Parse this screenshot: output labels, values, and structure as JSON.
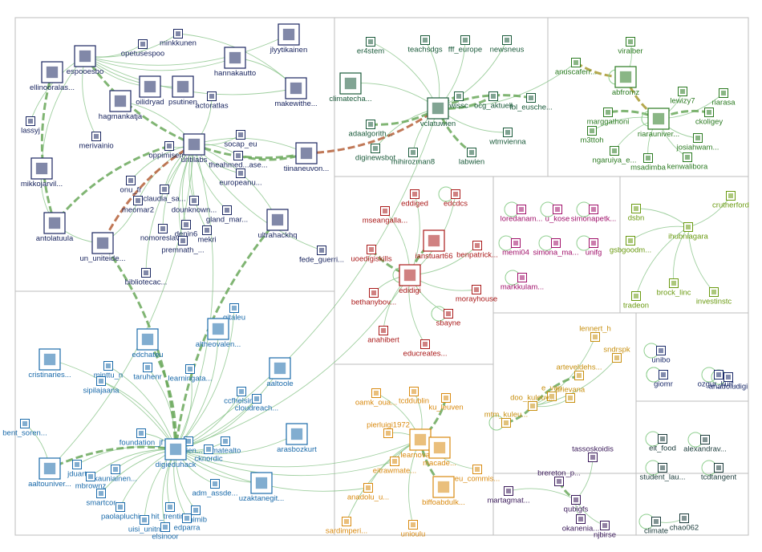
{
  "groups": [
    {
      "id": "g1",
      "color": "#1a2660",
      "nodes": [
        [
          "minkkunen",
          "minkkunen"
        ],
        [
          "opetusespoo",
          "opetusespoo"
        ],
        [
          "espooesbo",
          "espooesbo"
        ],
        [
          "ellinooralas",
          "ellinooralas..."
        ],
        [
          "hannakautto",
          "hannakautto"
        ],
        [
          "jlyytikainen",
          "jlyytikainen"
        ],
        [
          "oilidryad",
          "oilidryad"
        ],
        [
          "psutinen",
          "psutinen"
        ],
        [
          "hagmankatja",
          "hagmankatja"
        ],
        [
          "actoratlas",
          "actoratlas"
        ],
        [
          "makewithe",
          "makewithe..."
        ],
        [
          "lassyj",
          "lassyj"
        ],
        [
          "merivainio",
          "merivainio"
        ],
        [
          "oppimisen",
          "oppimisen..."
        ],
        [
          "untilabs",
          "untilabs"
        ],
        [
          "socap_eu",
          "socap_eu"
        ],
        [
          "theahmed",
          "theahmed...ase..."
        ],
        [
          "tiinaneuvon",
          "tiinaneuvon..."
        ],
        [
          "mikkojarvil",
          "mikkojarvil..."
        ],
        [
          "onu_fr",
          "onu_fr"
        ],
        [
          "claudia_sa",
          "claudia_sa..."
        ],
        [
          "europeanu",
          "europeanu..."
        ],
        [
          "meomar2",
          "meomar2"
        ],
        [
          "dounknown",
          "dounknown..."
        ],
        [
          "gland_mar",
          "gland_mar..."
        ],
        [
          "antolatuula",
          "antolatuula"
        ],
        [
          "denin6",
          "denin6"
        ],
        [
          "mekri",
          "mekri"
        ],
        [
          "nomoreslav",
          "nomoreslav..."
        ],
        [
          "un_uniteide",
          "un_uniteide..."
        ],
        [
          "ultrahackhq",
          "ultrahackhq"
        ],
        [
          "premnath",
          "premnath_..."
        ],
        [
          "fede_guerri",
          "fede_guerri..."
        ],
        [
          "bibliotecac",
          "bibliotecac..."
        ]
      ]
    },
    {
      "id": "g2",
      "color": "#1a5a3a",
      "nodes": [
        [
          "er4stem",
          "er4stem"
        ],
        [
          "teachsdgs",
          "teachsdgs"
        ],
        [
          "fff_europe",
          "fff_europe"
        ],
        [
          "newsneus",
          "newsneus"
        ],
        [
          "climatecha",
          "climatecha..."
        ],
        [
          "vclatuwien",
          "vclatuwien"
        ],
        [
          "wissc",
          "wissc"
        ],
        [
          "ocg_aktuell",
          "ocg_aktuell"
        ],
        [
          "fbl_eusche",
          "fbl_eusche..."
        ],
        [
          "adaalgorith",
          "adaalgorith..."
        ],
        [
          "diginewsbot",
          "diginewsbot"
        ],
        [
          "mihirozman8",
          "mihirozman8"
        ],
        [
          "labwien",
          "labwien"
        ],
        [
          "wtmvienna",
          "wtmvienna"
        ]
      ]
    },
    {
      "id": "g3",
      "color": "#2a7a20",
      "nodes": [
        [
          "viralber",
          "viralber"
        ],
        [
          "anuscaferr",
          "anuscaferr..."
        ],
        [
          "abfromz",
          "abfromz"
        ],
        [
          "lewizy7",
          "lewizy7"
        ],
        [
          "riarasa",
          "riarasa"
        ],
        [
          "marggathoni",
          "marggathoni"
        ],
        [
          "riaraunivers",
          "riarauniver..."
        ],
        [
          "ckoligey",
          "ckoligey"
        ],
        [
          "m3ttoh",
          "m3ttoh"
        ],
        [
          "josiahwam",
          "josiahwam..."
        ],
        [
          "ngaruiya",
          "ngaruiya_e..."
        ],
        [
          "kenwalibora",
          "kenwalibora"
        ],
        [
          "msadimba",
          "msadimba"
        ]
      ]
    },
    {
      "id": "g4",
      "color": "#aa1a1a",
      "nodes": [
        [
          "eddiged",
          "eddiged"
        ],
        [
          "mseangalla",
          "mseangalla..."
        ],
        [
          "edcdcs",
          "edcdcs"
        ],
        [
          "uoedigiskills",
          "uoedigiskills"
        ],
        [
          "ianstuart66",
          "ianstuart66"
        ],
        [
          "benpatrick",
          "benpatrick..."
        ],
        [
          "edidigi",
          "edidigi"
        ],
        [
          "bethanybov",
          "bethanybov..."
        ],
        [
          "morayhouse",
          "morayhouse"
        ],
        [
          "sbayne",
          "sbayne"
        ],
        [
          "anahibert",
          "anahibert"
        ],
        [
          "educreates",
          "educreates..."
        ]
      ]
    },
    {
      "id": "g5",
      "color": "#a0106a",
      "nodes": [
        [
          "loredanam",
          "loredanam..."
        ],
        [
          "u_kose",
          "u_kose"
        ],
        [
          "simonapetk",
          "simonapetk..."
        ],
        [
          "memi04",
          "memi04"
        ],
        [
          "simona_ma",
          "simona_ma..."
        ],
        [
          "unifg",
          "unifg"
        ],
        [
          "markkulam",
          "markkulam..."
        ]
      ]
    },
    {
      "id": "g6",
      "color": "#6a9a10",
      "nodes": [
        [
          "crutherford",
          "crutherford"
        ],
        [
          "dsbn",
          "dsbn"
        ],
        [
          "ihubniagara",
          "ihubniagara"
        ],
        [
          "gsbgoodm",
          "gsbgoodm..."
        ],
        [
          "brock_linc",
          "brock_linc"
        ],
        [
          "tradeon",
          "tradeon"
        ],
        [
          "investinstc",
          "investinstc"
        ]
      ]
    },
    {
      "id": "g7",
      "color": "#1a6aaa",
      "nodes": [
        [
          "gitaleu",
          "gitaleu"
        ],
        [
          "altheovalen",
          "altheovalen..."
        ],
        [
          "edchateu",
          "edchateu"
        ],
        [
          "cristinaries",
          "cristinaries..."
        ],
        [
          "minttu_n",
          "minttu_n"
        ],
        [
          "taruhenr",
          "taruhenr"
        ],
        [
          "learningata",
          "learningata..."
        ],
        [
          "aaltoole",
          "aaltoole"
        ],
        [
          "sipilajaana",
          "sipilajaana"
        ],
        [
          "ccfhelsinki",
          "ccfhelsinki"
        ],
        [
          "cloudreach",
          "cloudreach..."
        ],
        [
          "bent_soren",
          "bent_soren..."
        ],
        [
          "foundation_jf",
          "foundation_jf"
        ],
        [
          "dscien",
          "dscien..."
        ],
        [
          "imatealto",
          "imatealto"
        ],
        [
          "cknordic",
          "cknordic"
        ],
        [
          "digieduhack",
          "digieduhack"
        ],
        [
          "arasbozkurt",
          "arasbozkurt"
        ],
        [
          "aaltouniver",
          "aaltouniver..."
        ],
        [
          "jduart",
          "jduart"
        ],
        [
          "kauniainen",
          "kauniainen..."
        ],
        [
          "mbrownz",
          "mbrownz"
        ],
        [
          "adm_assde",
          "adm_assde..."
        ],
        [
          "uzaktanegit",
          "uzaktanegit..."
        ],
        [
          "smartcor",
          "smartcor"
        ],
        [
          "paolapluchi",
          "paolapluchi"
        ],
        [
          "hit_trentino",
          "hit_trentino"
        ],
        [
          "unimib",
          "unimib"
        ],
        [
          "uisi_unitn",
          "uisi_unitn"
        ],
        [
          "elsinoor",
          "elsinoor"
        ],
        [
          "edparra",
          "edparra"
        ]
      ]
    },
    {
      "id": "g8",
      "color": "#d98a10",
      "nodes": [
        [
          "oamk_oua",
          "oamk_oua..."
        ],
        [
          "tcddublin",
          "tcddublin"
        ],
        [
          "ku_leuven",
          "ku_leuven"
        ],
        [
          "pierluigi1972",
          "pierluigi1972"
        ],
        [
          "learnovatec",
          "learnovatec"
        ],
        [
          "macade",
          "macade..."
        ],
        [
          "eitrawmate",
          "eitrawmate..."
        ],
        [
          "eu_commis",
          "eu_commis..."
        ],
        [
          "anadolu_u",
          "anadolu_u..."
        ],
        [
          "biffoabdulk",
          "biffoabdulk..."
        ],
        [
          "sardimperi",
          "sardimperi..."
        ],
        [
          "unioulu",
          "unioulu"
        ]
      ]
    },
    {
      "id": "g9",
      "color": "#c89010",
      "nodes": [
        [
          "lennert_h",
          "lennert_h"
        ],
        [
          "sndrspk",
          "sndrspk"
        ],
        [
          "arteveldehs",
          "arteveldehs..."
        ],
        [
          "e_van",
          "e_van"
        ],
        [
          "drievana",
          "drievana"
        ],
        [
          "doo_kuleuv",
          "doo_kuleuv..."
        ],
        [
          "mtm_kuleu",
          "mtm_kuleu..."
        ]
      ]
    },
    {
      "id": "g10",
      "color": "#1a2a6a",
      "nodes": [
        [
          "unibo",
          "unibo"
        ],
        [
          "giomr",
          "giomr"
        ],
        [
          "ozgur_kurt",
          "ozgur_kurt..."
        ],
        [
          "anadoludigi",
          "anadoludigi"
        ]
      ]
    },
    {
      "id": "g11",
      "color": "#3a1a5a",
      "nodes": [
        [
          "tassoskoidis",
          "tassoskoidis"
        ],
        [
          "martagmat",
          "martagmat..."
        ],
        [
          "brereton_p",
          "brereton_p..."
        ],
        [
          "qubigfs",
          "qubigfs"
        ],
        [
          "okanenia",
          "okanenia..."
        ],
        [
          "njbirse",
          "njbirse"
        ]
      ]
    },
    {
      "id": "g12",
      "color": "#1a3a3a",
      "nodes": [
        [
          "eit_food",
          "eit_food"
        ],
        [
          "student_lau",
          "student_lau..."
        ],
        [
          "alexandrav",
          "alexandrav..."
        ],
        [
          "tcdtangent",
          "tcdtangent"
        ],
        [
          "climate",
          "climate"
        ],
        [
          "chao062",
          "chao062"
        ]
      ]
    }
  ],
  "edges_thick": [
    [
      "espooesbo",
      "untilabs"
    ],
    [
      "ellinooralas",
      "antolatuula"
    ],
    [
      "untilabs",
      "tiinaneuvon"
    ],
    [
      "theahmed",
      "tiinaneuvon"
    ],
    [
      "untilabs",
      "un_uniteide"
    ],
    [
      "oppimisen",
      "antolatuula"
    ],
    [
      "tiinaneuvon",
      "vclatuwien"
    ],
    [
      "adaalgorith",
      "vclatuwien"
    ],
    [
      "wissc",
      "vclatuwien"
    ],
    [
      "fbl_eusche",
      "vclatuwien"
    ],
    [
      "anuscaferr",
      "abfromz"
    ],
    [
      "riaraunivers",
      "marggathoni"
    ],
    [
      "ckoligey",
      "riaraunivers"
    ],
    [
      "vclatuwien",
      "labwien"
    ],
    [
      "ianstuart66",
      "edidigi"
    ],
    [
      "digieduhack",
      "aaltouniver"
    ],
    [
      "digieduhack",
      "un_uniteide"
    ],
    [
      "digieduhack",
      "edchateu"
    ],
    [
      "learnovatec",
      "biffoabdulk"
    ],
    [
      "learnovatec",
      "ku_leuven"
    ],
    [
      "brereton_p",
      "qubigfs"
    ],
    [
      "arteveldehs",
      "doo_kuleuv"
    ],
    [
      "mtm_kuleu",
      "doo_kuleuv"
    ],
    [
      "ultrahackhq",
      "digieduhack"
    ],
    [
      "vclatuwien",
      "ocg_aktuell"
    ],
    [
      "uoedigiskills",
      "edidigi"
    ],
    [
      "abfromz",
      "riaraunivers"
    ]
  ],
  "edges_thin": [
    [
      "espooesbo",
      "opetusespoo"
    ],
    [
      "espooesbo",
      "minkkunen"
    ],
    [
      "espooesbo",
      "hannakautto"
    ],
    [
      "espooesbo",
      "jlyytikainen"
    ],
    [
      "espooesbo",
      "makewithe"
    ],
    [
      "espooesbo",
      "oilidryad"
    ],
    [
      "espooesbo",
      "psutinen"
    ],
    [
      "espooesbo",
      "lassyj"
    ],
    [
      "espooesbo",
      "merivainio"
    ],
    [
      "espooesbo",
      "mikkojarvil"
    ],
    [
      "untilabs",
      "socap_eu"
    ],
    [
      "untilabs",
      "europeanu"
    ],
    [
      "untilabs",
      "gland_mar"
    ],
    [
      "untilabs",
      "onu_fr"
    ],
    [
      "untilabs",
      "claudia_sa"
    ],
    [
      "untilabs",
      "meomar2"
    ],
    [
      "untilabs",
      "dounknown"
    ],
    [
      "untilabs",
      "mekri"
    ],
    [
      "untilabs",
      "denin6"
    ],
    [
      "untilabs",
      "premnath"
    ],
    [
      "untilabs",
      "nomoreslav"
    ],
    [
      "untilabs",
      "bibliotecac"
    ],
    [
      "untilabs",
      "fede_guerri"
    ],
    [
      "untilabs",
      "hagmankatja"
    ],
    [
      "untilabs",
      "actoratlas"
    ],
    [
      "makewithe",
      "minkkunen"
    ],
    [
      "makewithe",
      "hannakautto"
    ],
    [
      "oppimisen",
      "untilabs"
    ],
    [
      "antolatuula",
      "un_uniteide"
    ],
    [
      "vclatuwien",
      "er4stem"
    ],
    [
      "vclatuwien",
      "teachsdgs"
    ],
    [
      "vclatuwien",
      "fff_europe"
    ],
    [
      "vclatuwien",
      "newsneus"
    ],
    [
      "vclatuwien",
      "climatecha"
    ],
    [
      "vclatuwien",
      "diginewsbot"
    ],
    [
      "vclatuwien",
      "mihirozman8"
    ],
    [
      "vclatuwien",
      "wtmvienna"
    ],
    [
      "vclatuwien",
      "anuscaferr"
    ],
    [
      "riaraunivers",
      "lewizy7"
    ],
    [
      "riaraunivers",
      "riarasa"
    ],
    [
      "riaraunivers",
      "m3ttoh"
    ],
    [
      "riaraunivers",
      "josiahwam"
    ],
    [
      "riaraunivers",
      "ngaruiya"
    ],
    [
      "riaraunivers",
      "kenwalibora"
    ],
    [
      "riaraunivers",
      "msadimba"
    ],
    [
      "abfromz",
      "viralber"
    ],
    [
      "edidigi",
      "eddiged"
    ],
    [
      "edidigi",
      "mseangalla"
    ],
    [
      "edidigi",
      "edcdcs"
    ],
    [
      "edidigi",
      "benpatrick"
    ],
    [
      "edidigi",
      "bethanybov"
    ],
    [
      "edidigi",
      "morayhouse"
    ],
    [
      "edidigi",
      "sbayne"
    ],
    [
      "edidigi",
      "anahibert"
    ],
    [
      "edidigi",
      "educreates"
    ],
    [
      "ihubniagara",
      "dsbn"
    ],
    [
      "ihubniagara",
      "crutherford"
    ],
    [
      "ihubniagara",
      "gsbgoodm"
    ],
    [
      "ihubniagara",
      "brock_linc"
    ],
    [
      "ihubniagara",
      "tradeon"
    ],
    [
      "ihubniagara",
      "investinstc"
    ],
    [
      "digieduhack",
      "gitaleu"
    ],
    [
      "digieduhack",
      "altheovalen"
    ],
    [
      "digieduhack",
      "cristinaries"
    ],
    [
      "digieduhack",
      "minttu_n"
    ],
    [
      "digieduhack",
      "taruhenr"
    ],
    [
      "digieduhack",
      "learningata"
    ],
    [
      "digieduhack",
      "aaltoole"
    ],
    [
      "digieduhack",
      "sipilajaana"
    ],
    [
      "digieduhack",
      "ccfhelsinki"
    ],
    [
      "digieduhack",
      "cloudreach"
    ],
    [
      "digieduhack",
      "foundation_jf"
    ],
    [
      "digieduhack",
      "dscien"
    ],
    [
      "digieduhack",
      "imatealto"
    ],
    [
      "digieduhack",
      "cknordic"
    ],
    [
      "digieduhack",
      "arasbozkurt"
    ],
    [
      "digieduhack",
      "jduart"
    ],
    [
      "digieduhack",
      "kauniainen"
    ],
    [
      "digieduhack",
      "mbrownz"
    ],
    [
      "digieduhack",
      "adm_assde"
    ],
    [
      "digieduhack",
      "uzaktanegit"
    ],
    [
      "digieduhack",
      "smartcor"
    ],
    [
      "digieduhack",
      "paolapluchi"
    ],
    [
      "digieduhack",
      "hit_trentino"
    ],
    [
      "digieduhack",
      "unimib"
    ],
    [
      "digieduhack",
      "uisi_unitn"
    ],
    [
      "digieduhack",
      "elsinoor"
    ],
    [
      "digieduhack",
      "edparra"
    ],
    [
      "digieduhack",
      "learnovatec"
    ],
    [
      "digieduhack",
      "eitrawmate"
    ],
    [
      "digieduhack",
      "anadolu_u"
    ],
    [
      "digieduhack",
      "untilabs"
    ],
    [
      "digieduhack",
      "vclatuwien"
    ],
    [
      "digieduhack",
      "edidigi"
    ],
    [
      "aaltouniver",
      "bent_soren"
    ],
    [
      "aaltouniver",
      "untilabs"
    ],
    [
      "learnovatec",
      "oamk_oua"
    ],
    [
      "learnovatec",
      "tcddublin"
    ],
    [
      "learnovatec",
      "pierluigi1972"
    ],
    [
      "learnovatec",
      "macade"
    ],
    [
      "learnovatec",
      "eu_commis"
    ],
    [
      "learnovatec",
      "sardimperi"
    ],
    [
      "learnovatec",
      "unioulu"
    ],
    [
      "learnovatec",
      "eitrawmate"
    ],
    [
      "learnovatec",
      "anadolu_u"
    ],
    [
      "doo_kuleuv",
      "lennert_h"
    ],
    [
      "doo_kuleuv",
      "sndrspk"
    ],
    [
      "doo_kuleuv",
      "e_van"
    ],
    [
      "doo_kuleuv",
      "drievana"
    ],
    [
      "qubigfs",
      "tassoskoidis"
    ],
    [
      "qubigfs",
      "martagmat"
    ],
    [
      "qubigfs",
      "okanenia"
    ],
    [
      "qubigfs",
      "njbirse"
    ],
    [
      "climate",
      "chao062"
    ],
    [
      "ultrahackhq",
      "untilabs"
    ],
    [
      "theahmed",
      "untilabs"
    ],
    [
      "tiinaneuvon",
      "untilabs"
    ],
    [
      "mikkojarvil",
      "antolatuula"
    ],
    [
      "un_uniteide",
      "meomar2"
    ]
  ],
  "self_loops": [
    "anadoludigi",
    "alexandrav",
    "climate",
    "giomr",
    "ozgur_kurt",
    "unibo",
    "eit_food",
    "student_lau",
    "tcdtangent",
    "loredanam",
    "u_kose",
    "memi04",
    "simona_ma",
    "unifg",
    "markkulam",
    "simonapetk",
    "sbayne",
    "edidigi",
    "mtm_kuleu",
    "abfromz",
    "riaraunivers",
    "edcdcs",
    "giomr"
  ]
}
